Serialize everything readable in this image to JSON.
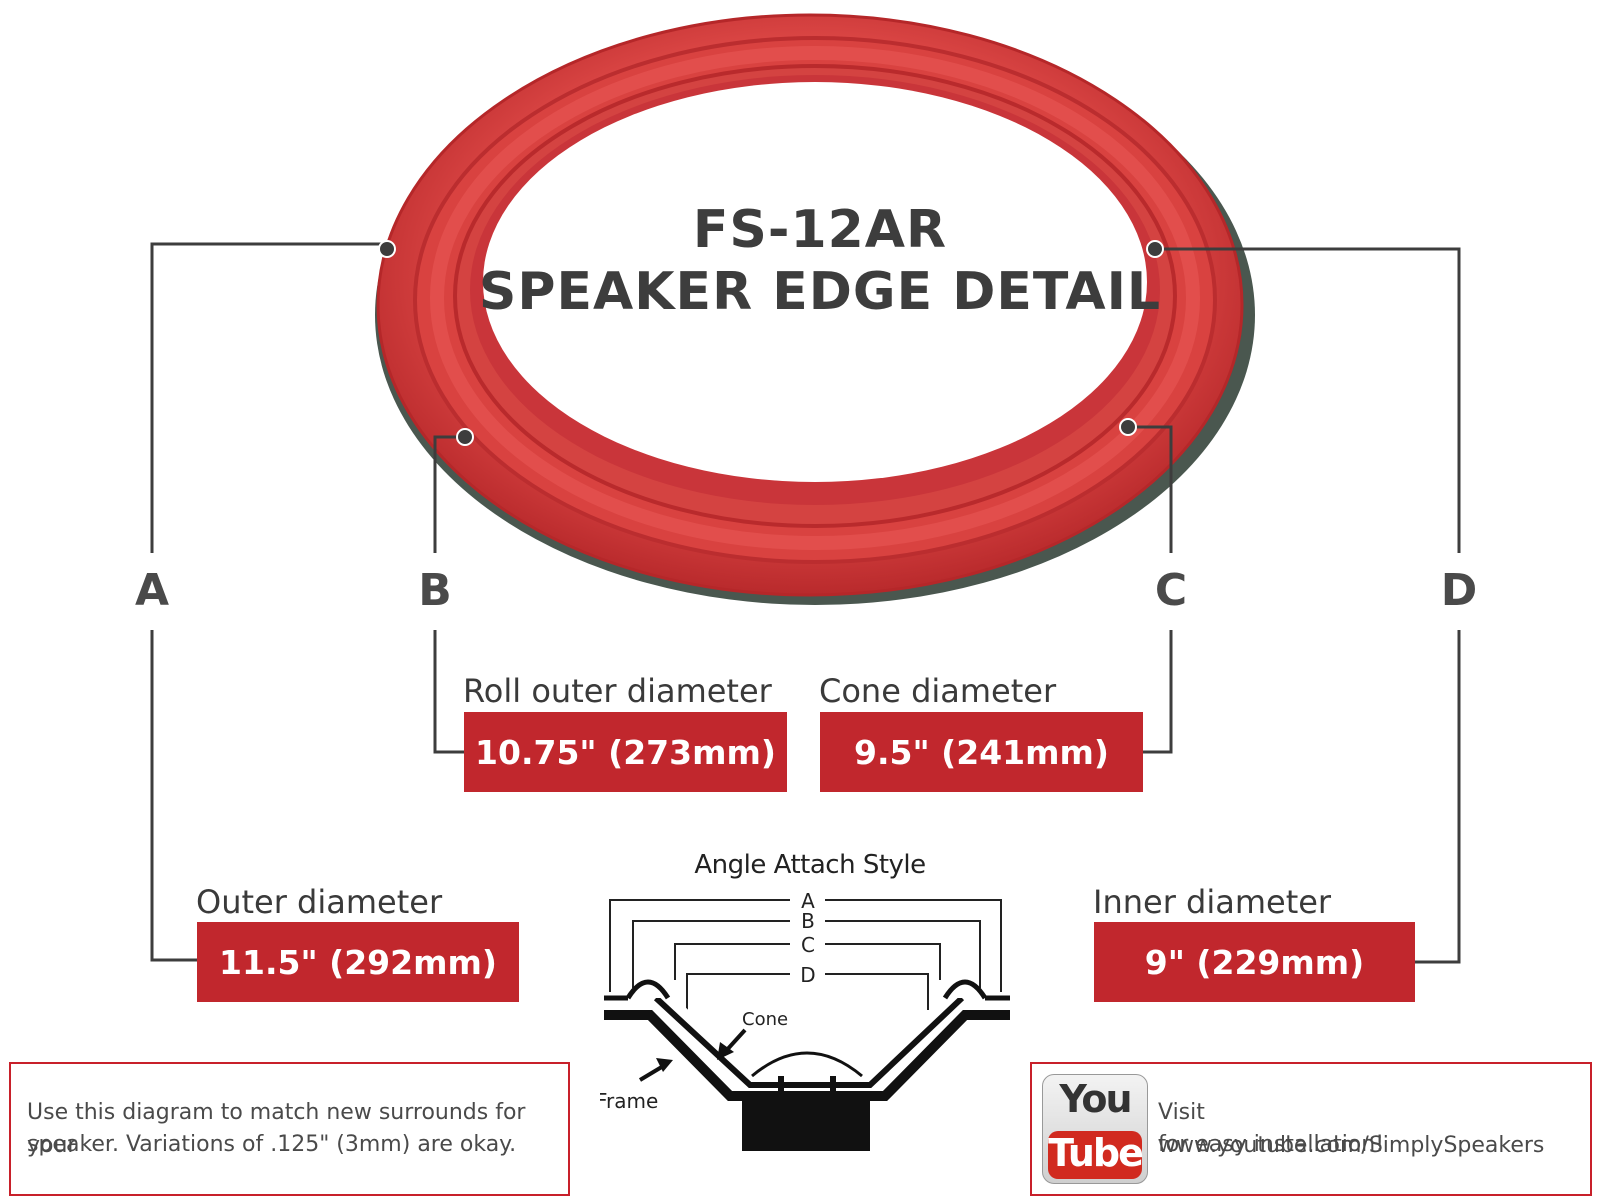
{
  "title": {
    "line1": "FS-12AR",
    "line2": "SPEAKER EDGE DETAIL"
  },
  "dimensions": {
    "A": {
      "letter": "A",
      "caption": "Outer diameter",
      "value": "11.5\" (292mm)"
    },
    "B": {
      "letter": "B",
      "caption": "Roll outer diameter",
      "value": "10.75\" (273mm)"
    },
    "C": {
      "letter": "C",
      "caption": "Cone diameter",
      "value": "9.5\" (241mm)"
    },
    "D": {
      "letter": "D",
      "caption": "Inner diameter",
      "value": "9\" (229mm)"
    }
  },
  "cross_section": {
    "title": "Angle Attach Style",
    "labels": [
      "A",
      "B",
      "C",
      "D"
    ],
    "cone_label": "Cone",
    "frame_label": "Frame"
  },
  "note": {
    "line1": "Use this diagram to match new surrounds for your",
    "line2": "speaker. Variations of .125\" (3mm) are okay."
  },
  "youtube": {
    "logo_top": "You",
    "logo_bottom": "Tube",
    "line1": "Visit www.youtube.com/SimplySpeakers",
    "line2": "for easy installation!"
  },
  "colors": {
    "accent": "#c1272d",
    "surround": "#d03a3c",
    "line": "#3d3d3d"
  }
}
